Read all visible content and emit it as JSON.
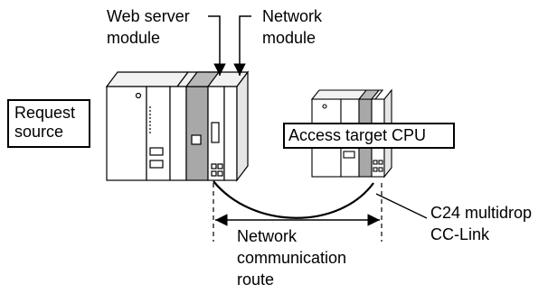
{
  "labels": {
    "web_server_line1": "Web server",
    "web_server_line2": "module",
    "network_module_line1": "Network",
    "network_module_line2": "module",
    "request_line1": "Request",
    "request_line2": "source",
    "access_target": "Access target CPU",
    "c24_line1": "C24 multidrop",
    "c24_line2": "CC-Link",
    "route_line1": "Network",
    "route_line2": "communication",
    "route_line3": "route"
  }
}
